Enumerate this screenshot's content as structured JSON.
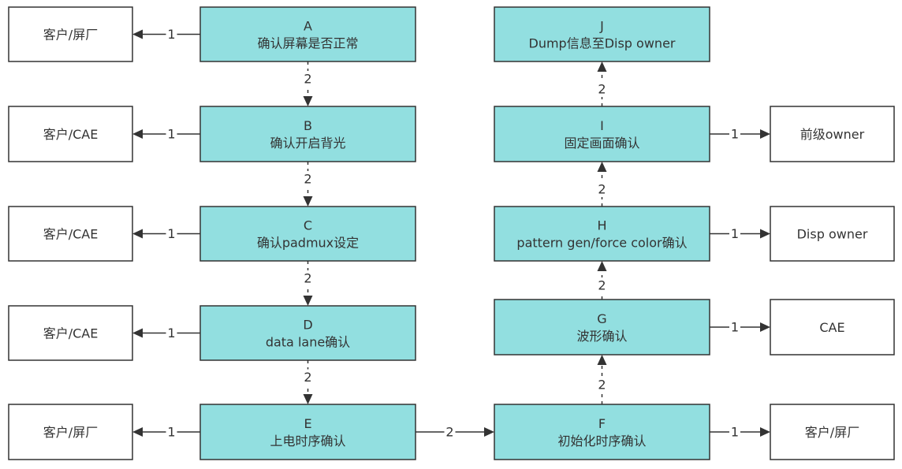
{
  "colors": {
    "step_fill": "#92dfe0",
    "target_fill": "#ffffff",
    "stroke": "#333333"
  },
  "nodes": [
    {
      "id": "A",
      "kind": "step",
      "lines": [
        "A",
        "确认屏幕是否正常"
      ]
    },
    {
      "id": "B",
      "kind": "step",
      "lines": [
        "B",
        "确认开启背光"
      ]
    },
    {
      "id": "C",
      "kind": "step",
      "lines": [
        "C",
        "确认padmux设定"
      ]
    },
    {
      "id": "D",
      "kind": "step",
      "lines": [
        "D",
        "data lane确认"
      ]
    },
    {
      "id": "E",
      "kind": "step",
      "lines": [
        "E",
        "上电时序确认"
      ]
    },
    {
      "id": "F",
      "kind": "step",
      "lines": [
        "F",
        "初始化时序确认"
      ]
    },
    {
      "id": "G",
      "kind": "step",
      "lines": [
        "G",
        "波形确认"
      ]
    },
    {
      "id": "H",
      "kind": "step",
      "lines": [
        "H",
        "pattern gen/force color确认"
      ]
    },
    {
      "id": "I",
      "kind": "step",
      "lines": [
        "I",
        "固定画面确认"
      ]
    },
    {
      "id": "J",
      "kind": "step",
      "lines": [
        "J",
        "Dump信息至Disp owner"
      ]
    },
    {
      "id": "tA",
      "kind": "target",
      "lines": [
        "客户/屏厂"
      ]
    },
    {
      "id": "tB",
      "kind": "target",
      "lines": [
        "客户/CAE"
      ]
    },
    {
      "id": "tC",
      "kind": "target",
      "lines": [
        "客户/CAE"
      ]
    },
    {
      "id": "tD",
      "kind": "target",
      "lines": [
        "客户/CAE"
      ]
    },
    {
      "id": "tE",
      "kind": "target",
      "lines": [
        "客户/屏厂"
      ]
    },
    {
      "id": "tF",
      "kind": "target",
      "lines": [
        "客户/屏厂"
      ]
    },
    {
      "id": "tG",
      "kind": "target",
      "lines": [
        "CAE"
      ]
    },
    {
      "id": "tH",
      "kind": "target",
      "lines": [
        "Disp owner"
      ]
    },
    {
      "id": "tI",
      "kind": "target",
      "lines": [
        "前级owner"
      ]
    }
  ],
  "edges": [
    {
      "from": "A",
      "to": "tA",
      "label": "1",
      "style": "solid"
    },
    {
      "from": "A",
      "to": "B",
      "label": "2",
      "style": "dashed"
    },
    {
      "from": "B",
      "to": "tB",
      "label": "1",
      "style": "solid"
    },
    {
      "from": "B",
      "to": "C",
      "label": "2",
      "style": "dashed"
    },
    {
      "from": "C",
      "to": "tC",
      "label": "1",
      "style": "solid"
    },
    {
      "from": "C",
      "to": "D",
      "label": "2",
      "style": "dashed"
    },
    {
      "from": "D",
      "to": "tD",
      "label": "1",
      "style": "solid"
    },
    {
      "from": "D",
      "to": "E",
      "label": "2",
      "style": "dashed"
    },
    {
      "from": "E",
      "to": "tE",
      "label": "1",
      "style": "solid"
    },
    {
      "from": "E",
      "to": "F",
      "label": "2",
      "style": "solid"
    },
    {
      "from": "F",
      "to": "tF",
      "label": "1",
      "style": "solid"
    },
    {
      "from": "F",
      "to": "G",
      "label": "2",
      "style": "dashed"
    },
    {
      "from": "G",
      "to": "tG",
      "label": "1",
      "style": "solid"
    },
    {
      "from": "G",
      "to": "H",
      "label": "2",
      "style": "dashed"
    },
    {
      "from": "H",
      "to": "tH",
      "label": "1",
      "style": "solid"
    },
    {
      "from": "H",
      "to": "I",
      "label": "2",
      "style": "dashed"
    },
    {
      "from": "I",
      "to": "tI",
      "label": "1",
      "style": "solid"
    },
    {
      "from": "I",
      "to": "J",
      "label": "2",
      "style": "dashed"
    }
  ]
}
